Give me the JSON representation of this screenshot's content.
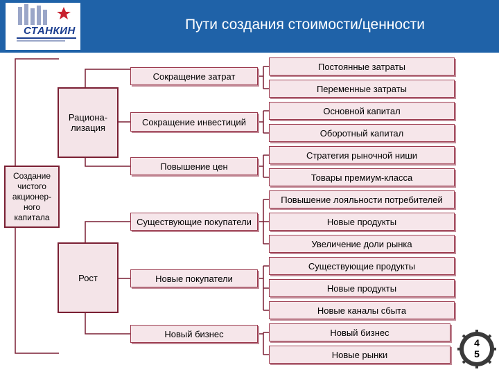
{
  "header": {
    "title": "Пути создания стоимости/ценности",
    "logo_text": "СТАНКИН",
    "logo_color": "#1a3d8f",
    "background": "#1f62a8"
  },
  "diagram": {
    "root": "Создание\nчистого\nакционер-\nного\nкапитала",
    "level1": {
      "rationalization": "Рациона-\nлизация",
      "growth": "Рост"
    },
    "level2": {
      "cost_reduction": "Сокращение затрат",
      "investment_reduction": "Сокращение инвестиций",
      "price_increase": "Повышение цен",
      "existing_customers": "Существующие покупатели",
      "new_customers": "Новые покупатели",
      "new_business": "Новый бизнес"
    },
    "leaves": [
      "Постоянные затраты",
      "Переменные затраты",
      "Основной капитал",
      "Оборотный капитал",
      "Стратегия рыночной ниши",
      "Товары премиум-класса",
      "Повышение лояльности потребителей",
      "Новые продукты",
      "Увеличение доли рынка",
      "Существующие продукты",
      "Новые продукты",
      "Новые каналы сбыта",
      "Новый бизнес",
      "Новые рынки"
    ]
  },
  "page_number": {
    "top": "4",
    "bottom": "5"
  },
  "colors": {
    "box_fill": "#f4e4e8",
    "box_border": "#7a1f33",
    "line": "#7a1f33"
  }
}
